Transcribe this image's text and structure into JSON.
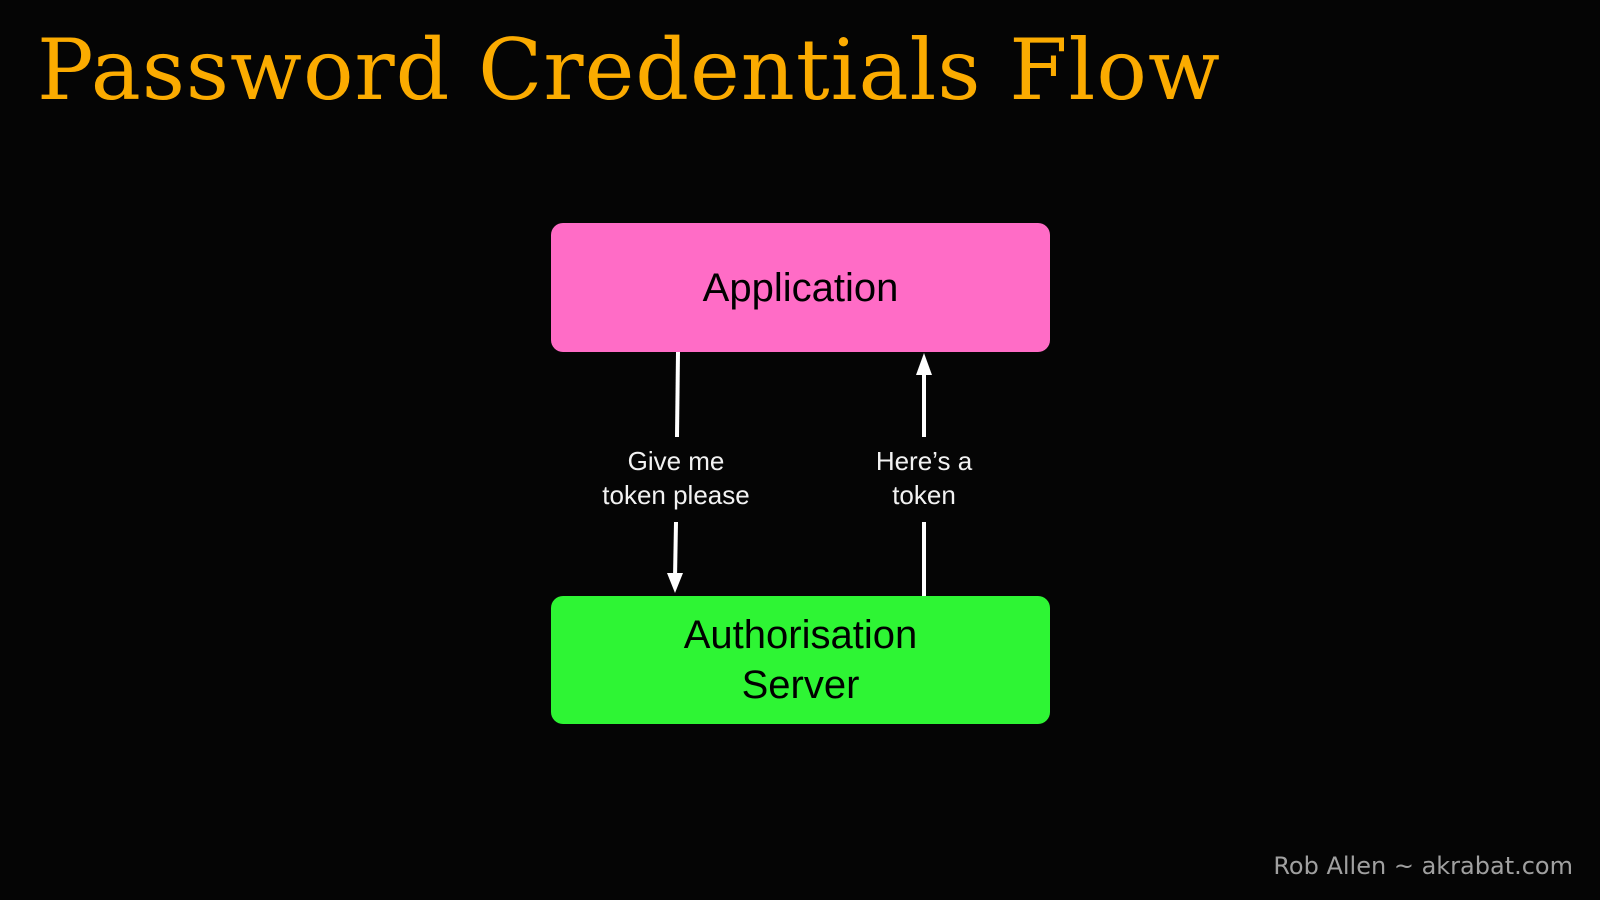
{
  "slide": {
    "title": "Password Credentials Flow",
    "footer": "Rob Allen ~ akrabat.com",
    "colors": {
      "background": "#050505",
      "title": "#fbab00",
      "application_box": "#ff6cc6",
      "authorisation_box": "#2ef534",
      "arrow": "#ffffff",
      "footer": "#a0a0a0"
    }
  },
  "diagram": {
    "nodes": [
      {
        "id": "application",
        "label": "Application"
      },
      {
        "id": "authorisation-server",
        "label": "Authorisation\nServer"
      }
    ],
    "edges": [
      {
        "from": "application",
        "to": "authorisation-server",
        "label": "Give me\ntoken please"
      },
      {
        "from": "authorisation-server",
        "to": "application",
        "label": "Here’s a\ntoken"
      }
    ]
  }
}
